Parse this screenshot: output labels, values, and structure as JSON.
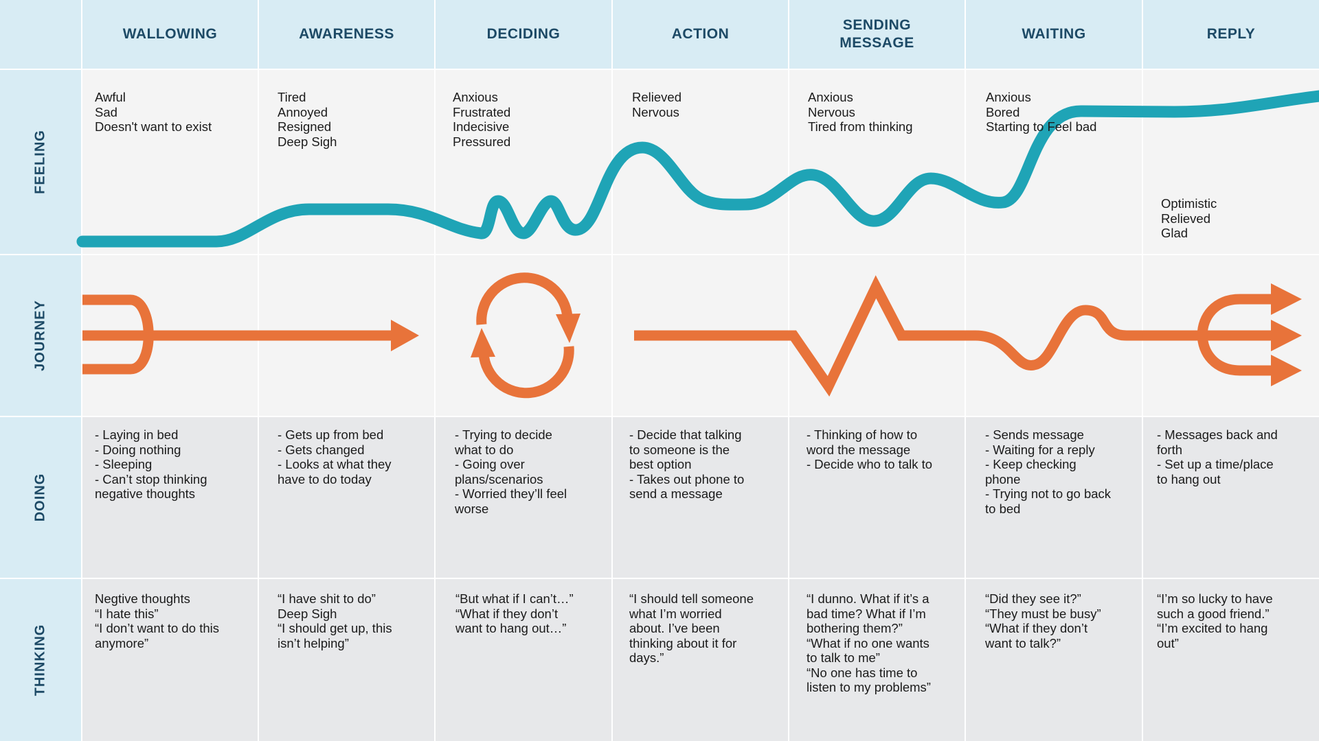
{
  "stages": [
    "WALLOWING",
    "AWARENESS",
    "DECIDING",
    "ACTION",
    "SENDING MESSAGE",
    "WAITING",
    "REPLY"
  ],
  "rows": [
    "FEELING",
    "JOURNEY",
    "DOING",
    "THINKING"
  ],
  "feelings": [
    [
      "Awful",
      "Sad",
      "Doesn't want to exist"
    ],
    [
      "Tired",
      "Annoyed",
      "Resigned",
      "Deep Sigh"
    ],
    [
      "Anxious",
      "Frustrated",
      "Indecisive",
      "Pressured"
    ],
    [
      "Relieved",
      "Nervous"
    ],
    [
      "Anxious",
      "Nervous",
      "Tired from thinking"
    ],
    [
      "Anxious",
      "Bored",
      "Starting to Feel bad"
    ],
    [
      "Optimistic",
      "Relieved",
      "Glad"
    ]
  ],
  "doing": [
    [
      "- Laying in bed",
      "- Doing nothing",
      "- Sleeping",
      "- Can’t stop thinking",
      "negative thoughts"
    ],
    [
      "- Gets up from bed",
      "- Gets changed",
      "- Looks at what they",
      "have to do today"
    ],
    [
      "- Trying to decide",
      "what to do",
      "- Going over",
      "plans/scenarios",
      "- Worried they’ll feel",
      "worse"
    ],
    [
      "- Decide that talking",
      "to someone is the",
      "best option",
      "- Takes out phone to",
      "send a message"
    ],
    [
      "- Thinking of how to",
      "word the message",
      "- Decide who to talk to"
    ],
    [
      "- Sends message",
      "- Waiting for a reply",
      "- Keep checking",
      "phone",
      "- Trying not to go back",
      "to bed"
    ],
    [
      "- Messages back and",
      "forth",
      "- Set up a time/place",
      "to hang out"
    ]
  ],
  "thinking": [
    [
      "Negtive thoughts",
      "“I hate this”",
      "“I don’t want to do this",
      "anymore”"
    ],
    [
      "“I have shit to do”",
      "Deep Sigh",
      "“I should get up, this",
      "isn’t helping”"
    ],
    [
      "“But what if I can’t…”",
      "“What if they don’t",
      "want to hang out…”"
    ],
    [
      "“I should tell someone",
      "what I’m worried",
      "about. I’ve been",
      "thinking about it for",
      "days.”"
    ],
    [
      "“I dunno. What if it’s a",
      "bad time? What if I’m",
      "bothering them?”",
      "“What if no one wants",
      "to talk to me”",
      "“No one has time to",
      "listen to my problems”"
    ],
    [
      "“Did they see it?”",
      "“They must be busy”",
      "“What if they don’t",
      "want to talk?”"
    ],
    [
      "“I’m so lucky to have",
      "such a good friend.”",
      "“I’m excited to hang",
      "out”"
    ]
  ],
  "colors": {
    "header_bg": "#d8ecf4",
    "header_text": "#1d4a66",
    "feeling_line": "#1fa4b6",
    "journey_line": "#e8733a",
    "feeling_bg": "#f4f4f4",
    "lower_bg": "#e7e8ea"
  }
}
